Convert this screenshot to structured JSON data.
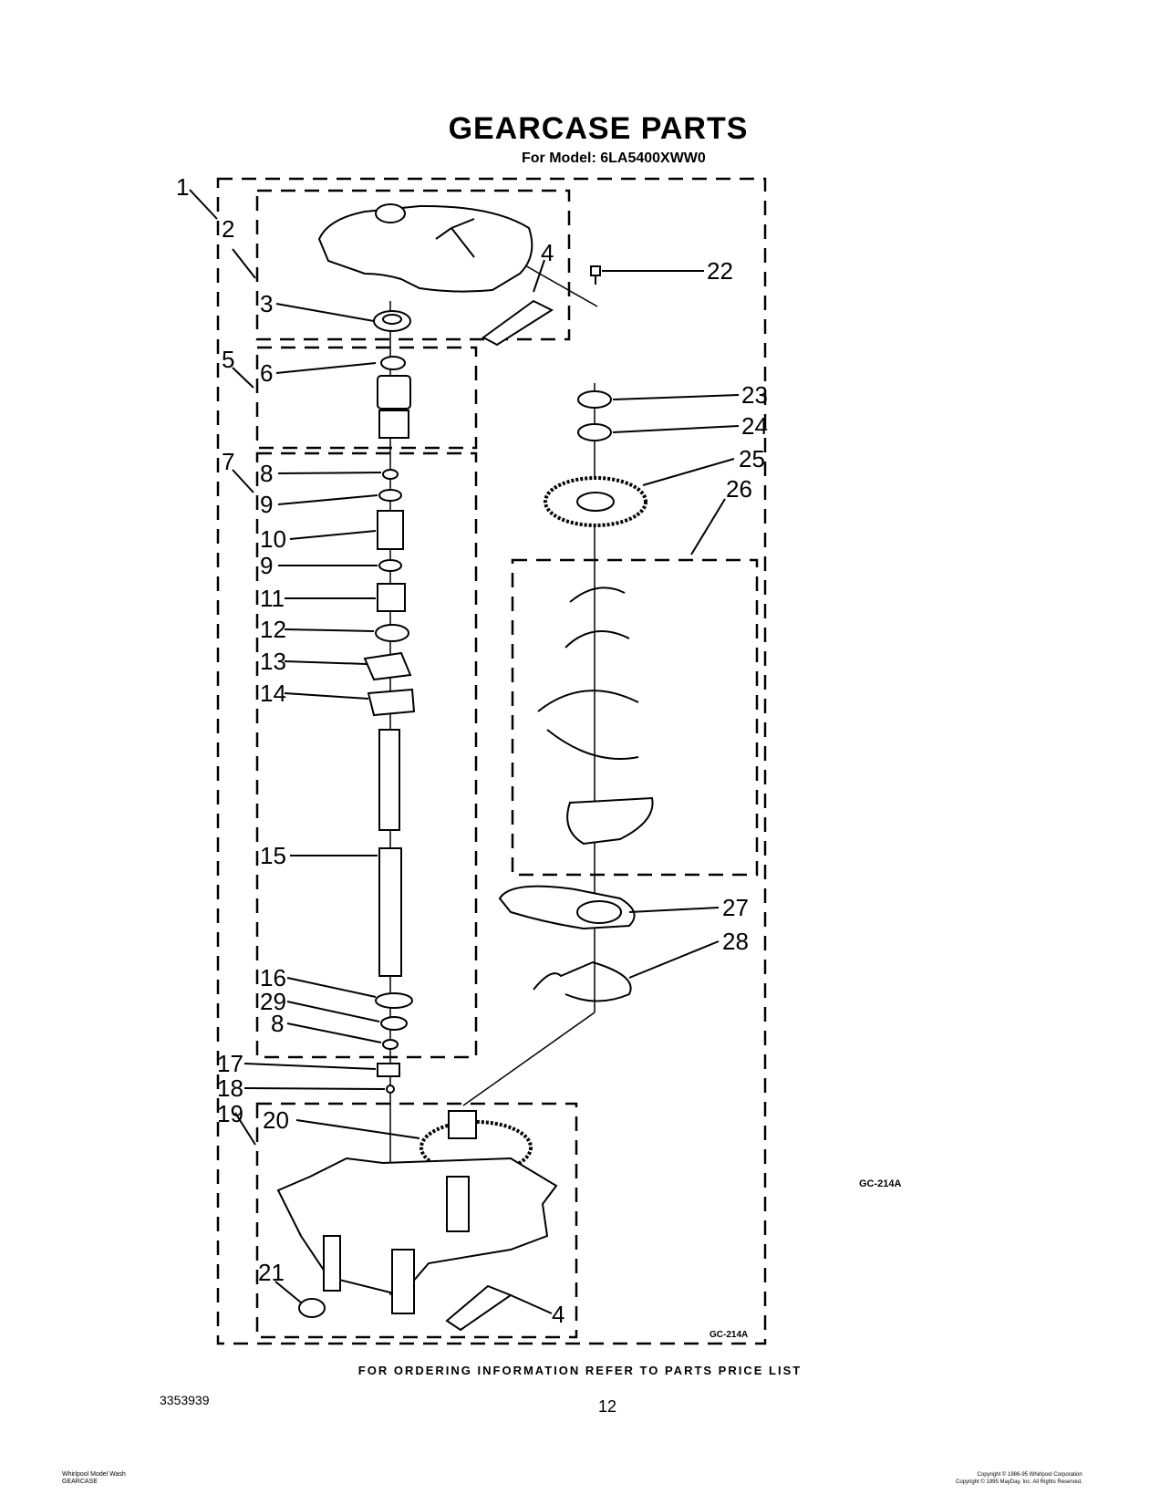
{
  "header": {
    "title": "GEARCASE PARTS",
    "model": "For Model: 6LA5400XWW0"
  },
  "labels": [
    {
      "num": "1"
    },
    {
      "num": "2"
    },
    {
      "num": "3"
    },
    {
      "num": "4"
    },
    {
      "num": "5"
    },
    {
      "num": "6"
    },
    {
      "num": "7"
    },
    {
      "num": "8"
    },
    {
      "num": "9"
    },
    {
      "num": "10"
    },
    {
      "num": "9"
    },
    {
      "num": "11"
    },
    {
      "num": "12"
    },
    {
      "num": "13"
    },
    {
      "num": "14"
    },
    {
      "num": "15"
    },
    {
      "num": "16"
    },
    {
      "num": "29"
    },
    {
      "num": "8"
    },
    {
      "num": "17"
    },
    {
      "num": "18"
    },
    {
      "num": "19"
    },
    {
      "num": "20"
    },
    {
      "num": "21"
    },
    {
      "num": "4"
    },
    {
      "num": "22"
    },
    {
      "num": "23"
    },
    {
      "num": "24"
    },
    {
      "num": "25"
    },
    {
      "num": "26"
    },
    {
      "num": "27"
    },
    {
      "num": "28"
    }
  ],
  "ref_code": "GC-214A",
  "ref_code_inner": "GC-214A",
  "footer": {
    "info": "FOR ORDERING INFORMATION REFER TO PARTS PRICE LIST",
    "doc_number": "3353939",
    "page": "12",
    "small_left_1": "Whirlpool Model Wash",
    "small_left_2": "GEARCASE",
    "small_right_1": "Copyright © 1986-95 Whirlpool Corporation",
    "small_right_2": "Copyright © 1995 MayDay, Inc. All Rights Reserved."
  }
}
